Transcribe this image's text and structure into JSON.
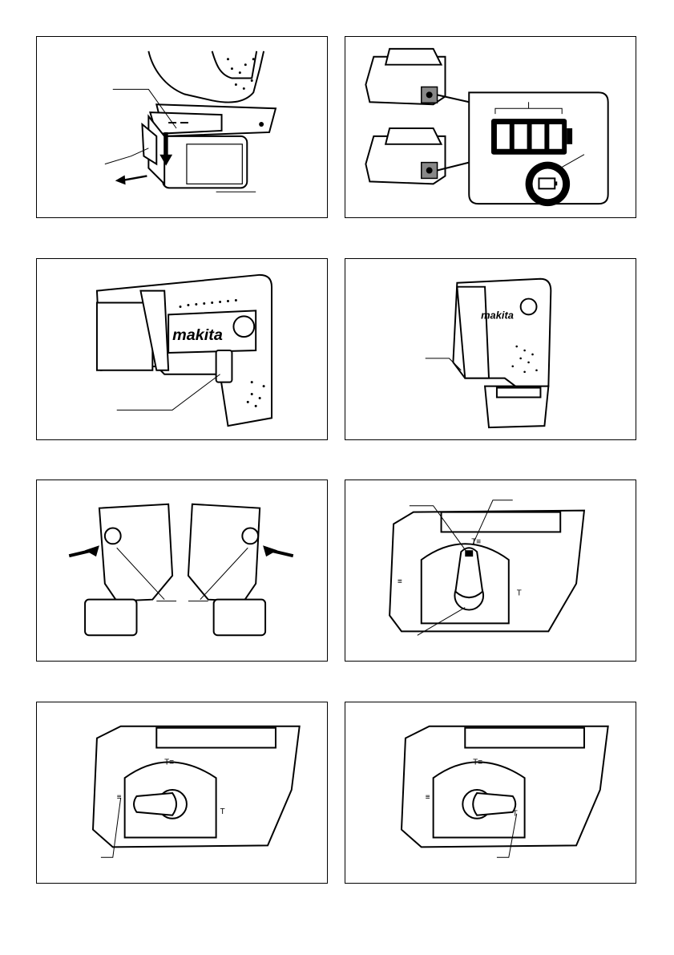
{
  "page": {
    "kind": "instruction-manual-figure-page",
    "figure_count": 8
  },
  "figures": [
    {
      "id": "fig1",
      "subject": "battery cartridge insertion / removal"
    },
    {
      "id": "fig2",
      "subject": "battery cartridges with remaining capacity indicator"
    },
    {
      "id": "fig3",
      "subject": "switch trigger"
    },
    {
      "id": "fig4",
      "subject": "tool with lamp"
    },
    {
      "id": "fig5",
      "subject": "reversing switch lever (both sides)"
    },
    {
      "id": "fig6",
      "subject": "action mode changing knob with lock button"
    },
    {
      "id": "fig7",
      "subject": "changing knob pointed to hammer mark"
    },
    {
      "id": "fig8",
      "subject": "changing knob pointed to drill mark"
    }
  ],
  "brand_text": "makita"
}
